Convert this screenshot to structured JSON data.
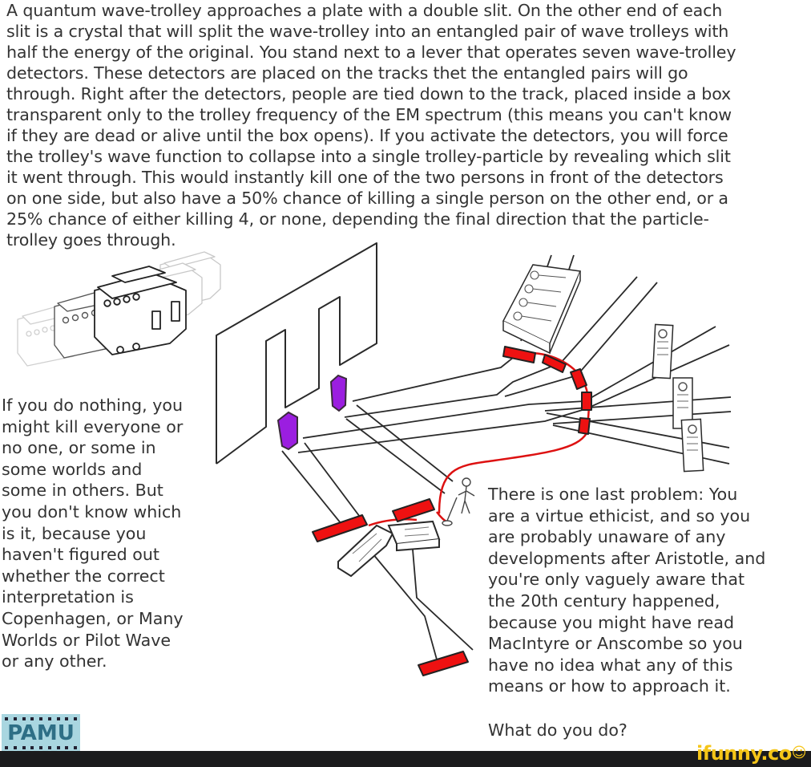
{
  "intro_paragraph": "A quantum wave-trolley approaches a plate with a double slit. On the other end of each\nslit is a crystal that will split the wave-trolley into an entangled pair of wave trolleys with\nhalf the energy of the original. You stand next to a lever that operates seven wave-trolley\ndetectors. These detectors are placed on the tracks thet the entangled pairs will go\nthrough. Right after the detectors, people are tied down to the track, placed inside a box\ntransparent only to the trolley frequency of the EM spectrum (this means you can't know\nif they are dead or alive until the box opens). If you activate the detectors, you will force\nthe trolley's wave function to collapse into a single trolley-particle by revealing which slit\nit went through. This would instantly kill one of the two persons in front of the detectors\non one side, but also have a 50% chance of killing a single person on the other end, or a\n25% chance of either killing 4, or none, depending the final direction that the particle-\ntrolley goes through.",
  "left_caption": "If you do nothing, you\nmight kill everyone or\nno one, or some in\nsome worlds and\nsome in others. But\nyou don't know which\nis it, because you\nhaven't figured out\nwhether the correct\ninterpretation is\nCopenhagen, or Many\nWorlds or Pilot Wave\nor any other.",
  "right_caption": "There is one last problem: You\nare a virtue ethicist, and so you\nare probably unaware of any\ndevelopments after Aristotle, and\nyou're only vaguely aware that\nthe 20th century happened,\nbecause you might have read\nMacIntyre or Anscombe so you\nhave no idea what any of this\nmeans or how to approach it.",
  "closing_question": "What do you do?",
  "diagram": {
    "elements": [
      "wave-trolley-superposition",
      "double-slit-plate",
      "crystal-left",
      "crystal-right",
      "seven-detectors",
      "box-of-four-people",
      "three-single-person-boxes",
      "two-person-boxes",
      "lever-operator",
      "lever-wire"
    ],
    "colors": {
      "detector": "#ee1111",
      "crystal": "#9b1ee0",
      "wire": "#dd1111",
      "line": "#2a2a2a"
    }
  },
  "watermark_left": {
    "text": "PAMU",
    "colors": {
      "bg": "#a9d6e0",
      "text": "#2e6f86"
    }
  },
  "watermark_right": {
    "text": "ifunny.co",
    "smiley": "☺",
    "color": "#f5c518"
  },
  "footer": {
    "bg": "#1b1b1d"
  }
}
